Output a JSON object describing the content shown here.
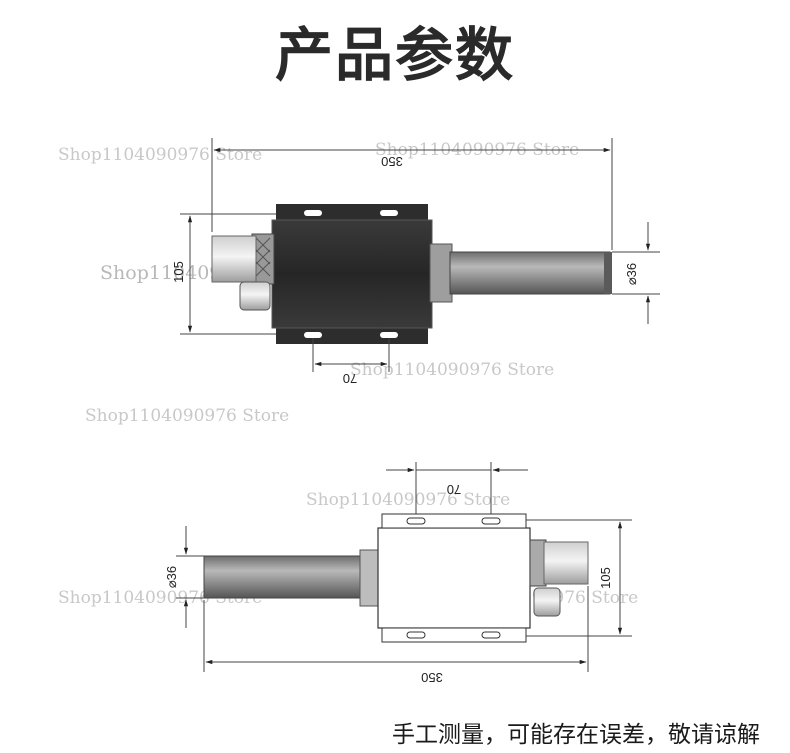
{
  "title": "产品参数",
  "footer_note": "手工测量，可能存在误差，敬请谅解",
  "watermark": "Shop1104090976 Store",
  "top_view": {
    "length_label": "350",
    "height_label": "105",
    "mount_spacing_label": "70",
    "diameter_label": "⌀36"
  },
  "bottom_view": {
    "length_label": "350",
    "height_label": "105",
    "mount_spacing_label": "70",
    "diameter_label": "⌀36"
  },
  "colors": {
    "body": "#2b2b2b",
    "tube": "#8a8a8a",
    "line": "#444444",
    "title": "#2a2a2a"
  }
}
